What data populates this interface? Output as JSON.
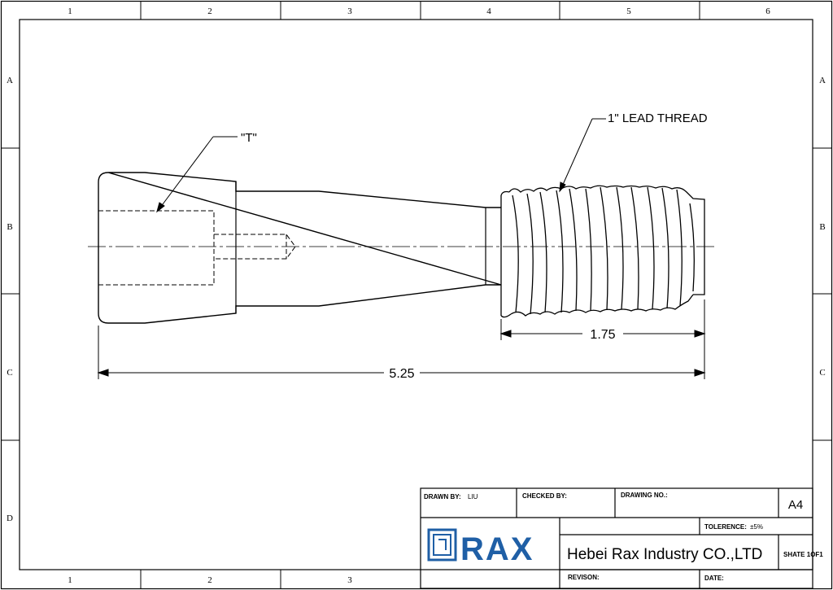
{
  "border": {
    "columns": [
      "1",
      "2",
      "3",
      "4",
      "5",
      "6"
    ],
    "rows": [
      "A",
      "B",
      "C",
      "D"
    ]
  },
  "annotations": {
    "t_label": "\"T\"",
    "lead_thread": "1\" LEAD THREAD"
  },
  "dimensions": {
    "thread_length": "1.75",
    "overall_length": "5.25"
  },
  "title_block": {
    "drawn_by_label": "DRAWN BY:",
    "drawn_by_value": "LIU",
    "checked_by_label": "CHECKED BY:",
    "drawing_no_label": "DRAWING NO.:",
    "size": "A4",
    "tolerance_label": "TOLERENCE:",
    "tolerance_value": "±5%",
    "company": "Hebei Rax Industry CO.,LTD",
    "logo_text": "RAX",
    "sheet": "SHATE 1OF1",
    "revision_label": "REVISON:",
    "date_label": "DATE:"
  },
  "colors": {
    "line": "#000000",
    "logo_blue": "#1f5fa6"
  }
}
